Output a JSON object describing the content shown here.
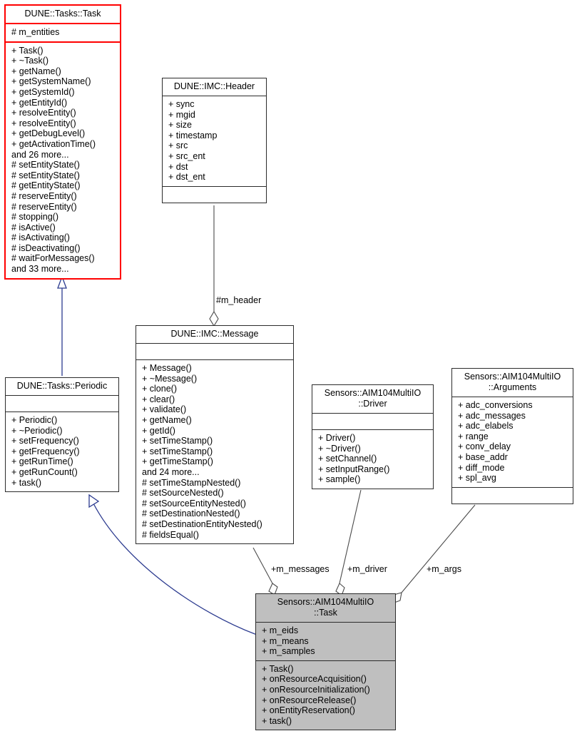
{
  "diagram": {
    "type": "uml-class-diagram",
    "title": "Sensors::AIM104MultiIO::Task collaboration diagram",
    "colors": {
      "focus_border": "#ff0000",
      "box_border": "#2b2b2b",
      "highlight_fill": "#bfbfbf",
      "inheritance_edge": "#2b3a8f",
      "association_edge": "#4a4a4a",
      "background": "#ffffff"
    }
  },
  "classes": [
    {
      "id": "dune-tasks-task",
      "name": "DUNE::Tasks::Task",
      "title_lines": "DUNE::Tasks::Task",
      "style": "focus",
      "attributes": [
        "# m_entities"
      ],
      "operations": [
        "+ Task()",
        "+ ~Task()",
        "+ getName()",
        "+ getSystemName()",
        "+ getSystemId()",
        "+ getEntityId()",
        "+ resolveEntity()",
        "+ resolveEntity()",
        "+ getDebugLevel()",
        "+ getActivationTime()",
        "and 26 more...",
        "# setEntityState()",
        "# setEntityState()",
        "# getEntityState()",
        "# reserveEntity()",
        "# reserveEntity()",
        "# stopping()",
        "# isActive()",
        "# isActivating()",
        "# isDeactivating()",
        "# waitForMessages()",
        "and 33 more..."
      ]
    },
    {
      "id": "dune-imc-header",
      "name": "DUNE::IMC::Header",
      "title_lines": "DUNE::IMC::Header",
      "style": "plain",
      "attributes": [
        "+ sync",
        "+ mgid",
        "+ size",
        "+ timestamp",
        "+ src",
        "+ src_ent",
        "+ dst",
        "+ dst_ent"
      ],
      "operations": []
    },
    {
      "id": "dune-imc-message",
      "name": "DUNE::IMC::Message",
      "title_lines": "DUNE::IMC::Message",
      "style": "plain",
      "attributes": [],
      "operations": [
        "+ Message()",
        "+ ~Message()",
        "+ clone()",
        "+ clear()",
        "+ validate()",
        "+ getName()",
        "+ getId()",
        "+ setTimeStamp()",
        "+ setTimeStamp()",
        "+ getTimeStamp()",
        "and 24 more...",
        "# setTimeStampNested()",
        "# setSourceNested()",
        "# setSourceEntityNested()",
        "# setDestinationNested()",
        "# setDestinationEntityNested()",
        "# fieldsEqual()"
      ]
    },
    {
      "id": "dune-tasks-periodic",
      "name": "DUNE::Tasks::Periodic",
      "title_lines": "DUNE::Tasks::Periodic",
      "style": "plain",
      "attributes": [],
      "operations": [
        "+ Periodic()",
        "+ ~Periodic()",
        "+ setFrequency()",
        "+ getFrequency()",
        "+ getRunTime()",
        "+ getRunCount()",
        "+ task()"
      ]
    },
    {
      "id": "aim104-driver",
      "name": "Sensors::AIM104MultiIO::Driver",
      "title_lines": "Sensors::AIM104MultiIO\n::Driver",
      "style": "plain",
      "attributes": [],
      "operations": [
        "+ Driver()",
        "+ ~Driver()",
        "+ setChannel()",
        "+ setInputRange()",
        "+ sample()"
      ]
    },
    {
      "id": "aim104-arguments",
      "name": "Sensors::AIM104MultiIO::Arguments",
      "title_lines": "Sensors::AIM104MultiIO\n::Arguments",
      "style": "plain",
      "attributes": [
        "+ adc_conversions",
        "+ adc_messages",
        "+ adc_elabels",
        "+ range",
        "+ conv_delay",
        "+ base_addr",
        "+ diff_mode",
        "+ spl_avg"
      ],
      "operations": []
    },
    {
      "id": "aim104-task",
      "name": "Sensors::AIM104MultiIO::Task",
      "title_lines": "Sensors::AIM104MultiIO\n::Task",
      "style": "highlight",
      "attributes": [
        "+ m_eids",
        "+ m_means",
        "+ m_samples"
      ],
      "operations": [
        "+ Task()",
        "+ onResourceAcquisition()",
        "+ onResourceInitialization()",
        "+ onResourceRelease()",
        "+ onEntityReservation()",
        "+ task()"
      ]
    }
  ],
  "edges": [
    {
      "id": "edge-periodic-inherits-task",
      "kind": "inheritance",
      "from": "dune-tasks-periodic",
      "to": "dune-tasks-task",
      "label": ""
    },
    {
      "id": "edge-message-header",
      "kind": "aggregation",
      "from": "dune-imc-message",
      "to": "dune-imc-header",
      "label": "#m_header"
    },
    {
      "id": "edge-task-inherits-periodic",
      "kind": "inheritance",
      "from": "aim104-task",
      "to": "dune-tasks-periodic",
      "label": ""
    },
    {
      "id": "edge-task-messages",
      "kind": "aggregation",
      "from": "aim104-task",
      "to": "dune-imc-message",
      "label": "+m_messages"
    },
    {
      "id": "edge-task-driver",
      "kind": "aggregation",
      "from": "aim104-task",
      "to": "aim104-driver",
      "label": "+m_driver"
    },
    {
      "id": "edge-task-args",
      "kind": "aggregation",
      "from": "aim104-task",
      "to": "aim104-arguments",
      "label": "+m_args"
    }
  ]
}
